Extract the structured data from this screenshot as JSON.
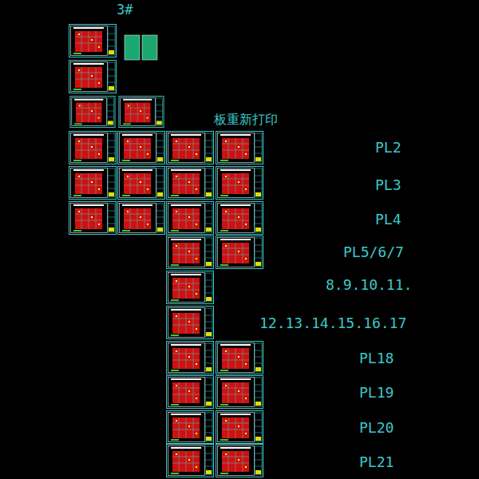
{
  "diagram": {
    "labels": [
      "3#",
      "板重新打印",
      "PL2",
      "PL3",
      "PL4",
      "PL5/6/7",
      "8.9.10.11.",
      "12.13.14.15.16.17",
      "PL18",
      "PL19",
      "PL20",
      "PL21"
    ]
  }
}
